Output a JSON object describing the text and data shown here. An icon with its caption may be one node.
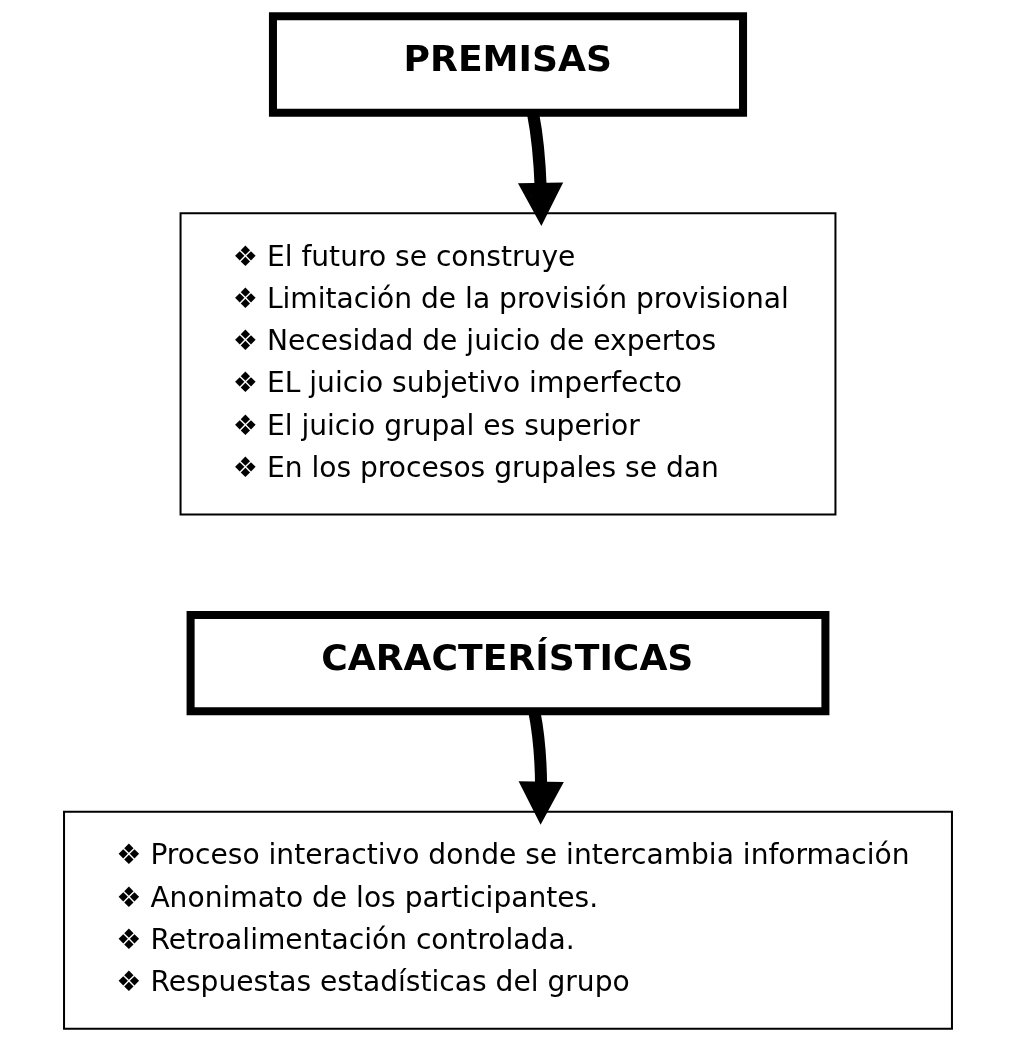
{
  "diagram": {
    "nodes": [
      {
        "text": [
          "PREMISAS"
        ]
      },
      {
        "text": [
          "❖ El futuro se construye",
          "❖ Limitación de la provisión provisional",
          "❖ Necesidad de juicio de expertos",
          "❖ EL juicio subjetivo imperfecto",
          "❖ El juicio grupal es superior",
          "❖ En los procesos grupales se dan"
        ]
      },
      {
        "text": [
          "CARACTERÍSTICAS"
        ]
      },
      {
        "text": [
          "❖ Proceso interactivo donde se intercambia información",
          "❖ Anonimato de los participantes.",
          "❖ Retroalimentación controlada.",
          "❖ Respuestas estadísticas del grupo"
        ]
      }
    ],
    "edges": [
      {
        "from": 0,
        "to": 1,
        "arrow": "to"
      },
      {
        "from": 2,
        "to": 3,
        "arrow": "to"
      }
    ]
  }
}
